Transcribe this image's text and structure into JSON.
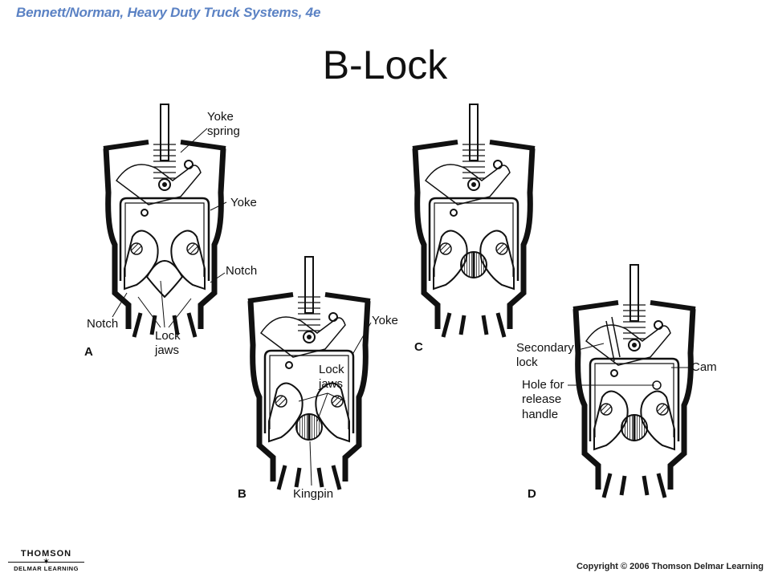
{
  "header": {
    "book_title": "Bennett/Norman, Heavy Duty Truck Systems, 4e"
  },
  "slide": {
    "title": "B-Lock"
  },
  "figures": {
    "A": {
      "letter": "A",
      "labels": [
        "Yoke",
        "spring",
        "Yoke",
        "Notch",
        "Notch",
        "Lock",
        "jaws"
      ]
    },
    "B": {
      "letter": "B",
      "labels": [
        "Yoke",
        "Lock",
        "jaws",
        "Kingpin"
      ]
    },
    "C": {
      "letter": "C"
    },
    "D": {
      "letter": "D",
      "labels": [
        "Secondary",
        "lock",
        "Cam",
        "Hole for",
        "release",
        "handle"
      ]
    }
  },
  "footer": {
    "logo_top": "THOMSON",
    "logo_bottom": "DELMAR LEARNING",
    "copyright": "Copyright © 2006 Thomson Delmar Learning"
  }
}
